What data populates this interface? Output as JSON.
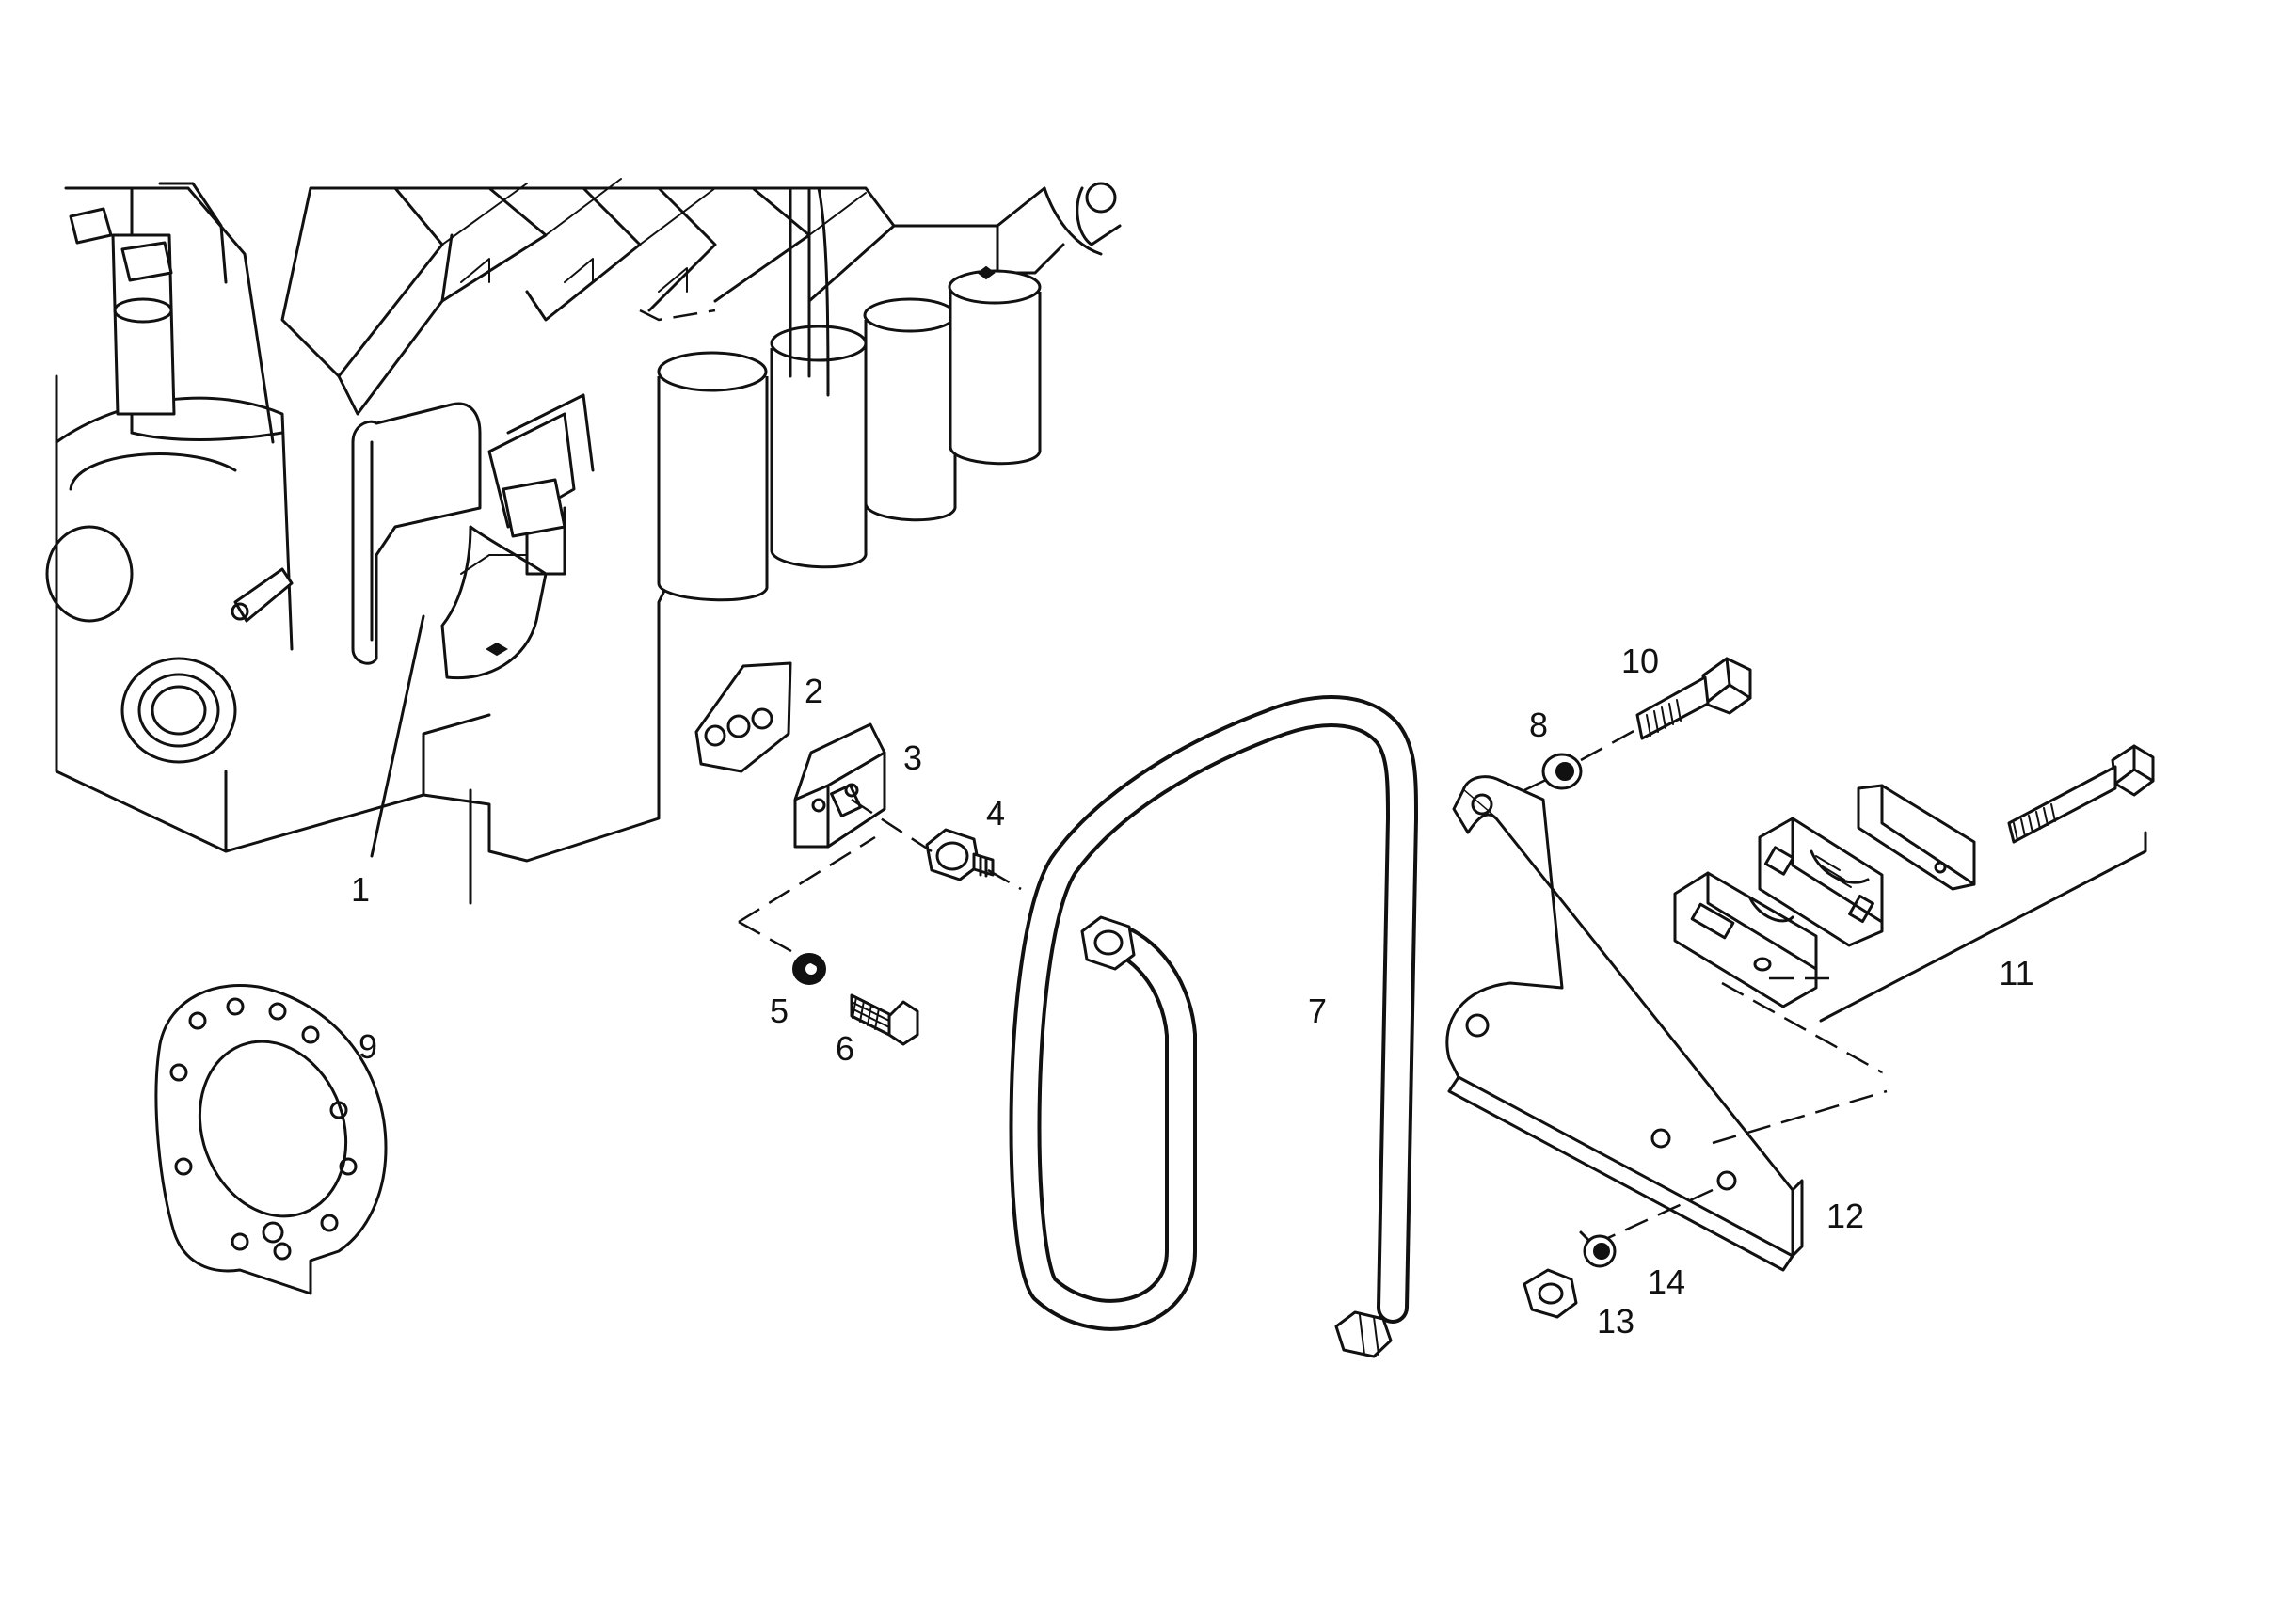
{
  "diagram": {
    "type": "exploded parts diagram",
    "callouts": [
      {
        "id": "callout-1",
        "text": "1"
      },
      {
        "id": "callout-2",
        "text": "2"
      },
      {
        "id": "callout-3",
        "text": "3"
      },
      {
        "id": "callout-4",
        "text": "4"
      },
      {
        "id": "callout-5",
        "text": "5"
      },
      {
        "id": "callout-6",
        "text": "6"
      },
      {
        "id": "callout-7",
        "text": "7"
      },
      {
        "id": "callout-8",
        "text": "8"
      },
      {
        "id": "callout-9",
        "text": "9"
      },
      {
        "id": "callout-10",
        "text": "10"
      },
      {
        "id": "callout-11",
        "text": "11"
      },
      {
        "id": "callout-12",
        "text": "12"
      },
      {
        "id": "callout-13",
        "text": "13"
      },
      {
        "id": "callout-14",
        "text": "14"
      }
    ]
  }
}
